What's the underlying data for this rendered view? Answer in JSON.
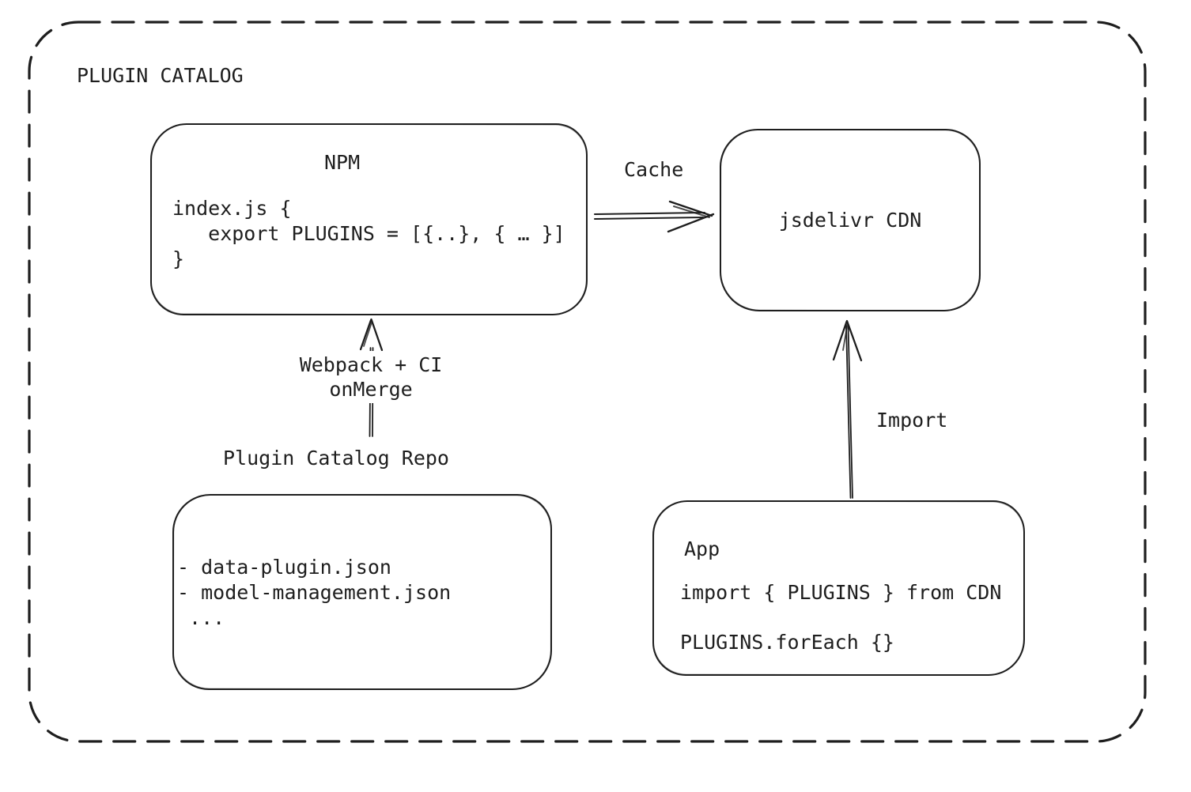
{
  "diagram": {
    "title": "PLUGIN CATALOG",
    "nodes": {
      "npm": {
        "title": "NPM",
        "code": "index.js {\n   export PLUGINS = [{..}, { … }]\n}"
      },
      "cdn": {
        "label": "jsdelivr CDN"
      },
      "repo": {
        "title": "Plugin Catalog Repo",
        "lines": "- data-plugin.json\n- model-management.json\n ..."
      },
      "app": {
        "title": "App",
        "code_line_1": "import { PLUGINS } from CDN",
        "code_line_2": "PLUGINS.forEach {}"
      }
    },
    "edges": {
      "cache": {
        "label": "Cache"
      },
      "build": {
        "label": "Webpack + CI\nonMerge"
      },
      "import": {
        "label": "Import"
      }
    }
  },
  "colors": {
    "stroke": "#1e1e1e",
    "background": "#ffffff"
  }
}
